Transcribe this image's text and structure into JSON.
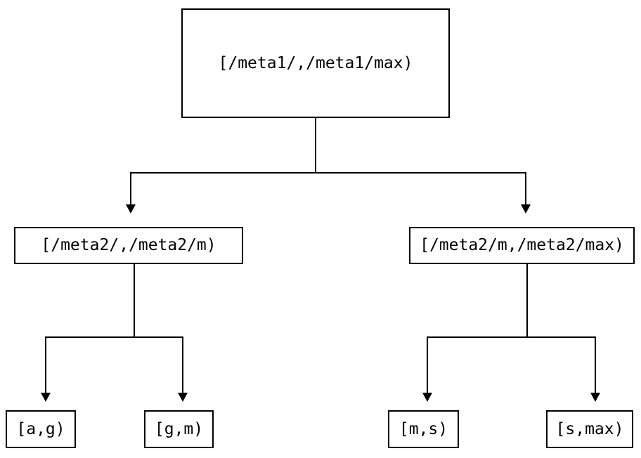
{
  "diagram": {
    "type": "tree",
    "title": "",
    "orientation": "top-down",
    "colors": {
      "background": "#ffffff",
      "stroke": "#000000",
      "text": "#000000",
      "node_fill": "#ffffff"
    },
    "nodes": {
      "root": {
        "id": "root",
        "label": "[/meta1/,/meta1/max)",
        "level": 0
      },
      "mid_left": {
        "id": "mid-left",
        "label": "[/meta2/,/meta2/m)",
        "level": 1
      },
      "mid_right": {
        "id": "mid-right",
        "label": "[/meta2/m,/meta2/max)",
        "level": 1
      },
      "leaf_1": {
        "id": "leaf-a-g",
        "label": "[a,g)",
        "level": 2
      },
      "leaf_2": {
        "id": "leaf-g-m",
        "label": "[g,m)",
        "level": 2
      },
      "leaf_3": {
        "id": "leaf-m-s",
        "label": "[m,s)",
        "level": 2
      },
      "leaf_4": {
        "id": "leaf-s-max",
        "label": "[s,max)",
        "level": 2
      }
    },
    "edges": [
      {
        "from": "root",
        "to": "mid_left",
        "arrow": "down"
      },
      {
        "from": "root",
        "to": "mid_right",
        "arrow": "down"
      },
      {
        "from": "mid_left",
        "to": "leaf_1",
        "arrow": "down"
      },
      {
        "from": "mid_left",
        "to": "leaf_2",
        "arrow": "down"
      },
      {
        "from": "mid_right",
        "to": "leaf_3",
        "arrow": "down"
      },
      {
        "from": "mid_right",
        "to": "leaf_4",
        "arrow": "down"
      }
    ]
  }
}
